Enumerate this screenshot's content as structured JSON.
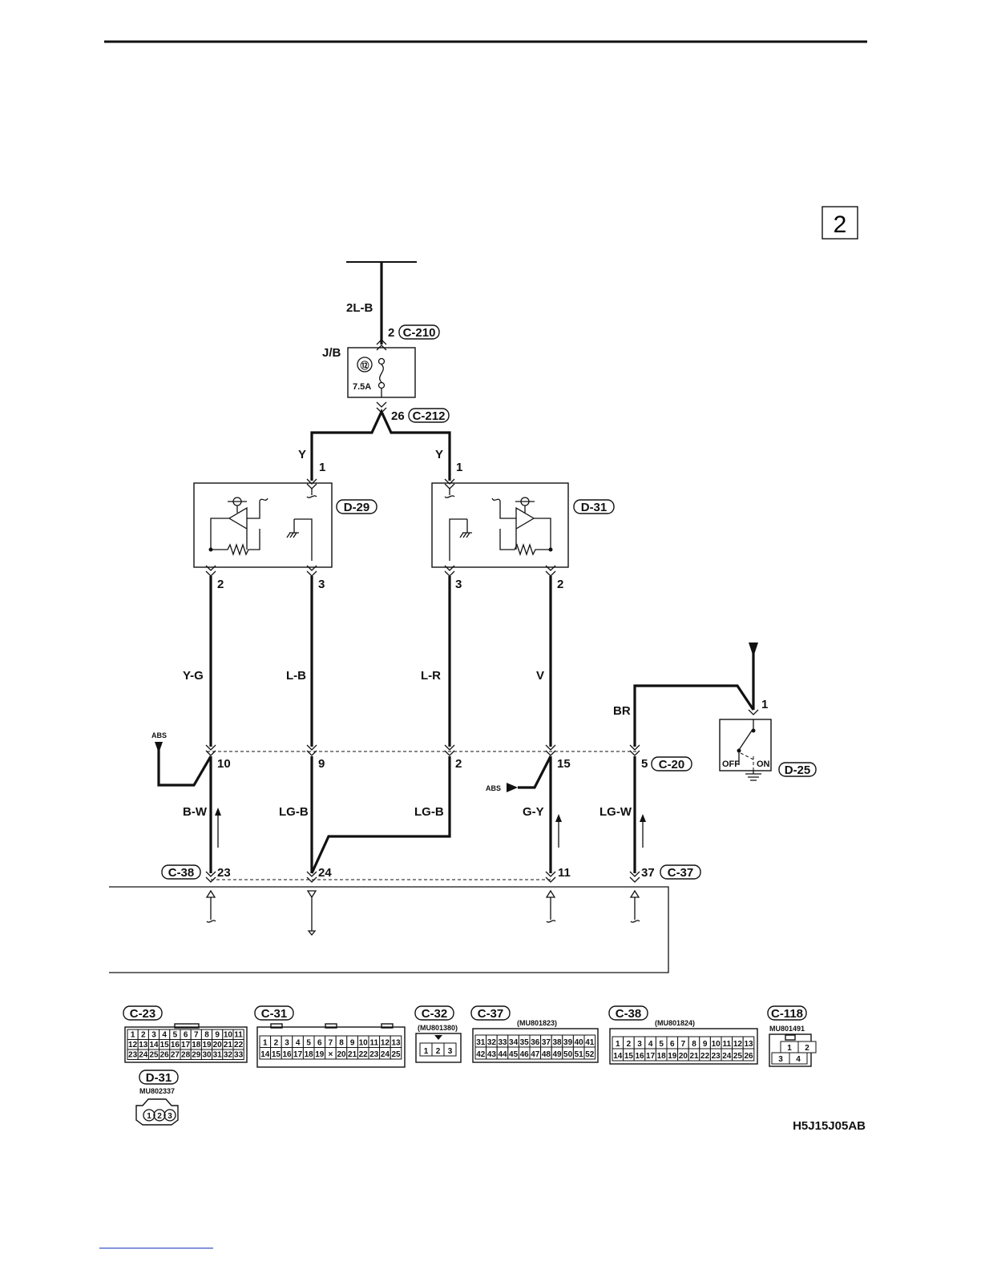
{
  "page_marker": "2",
  "figure_code": "H5J15J05AB",
  "junction_block": {
    "label": "J/B",
    "fuse_number": "⑫",
    "fuse_rating": "7.5A"
  },
  "connectors": {
    "c210": "C-210",
    "c212": "C-212",
    "d29": "D-29",
    "d31": "D-31",
    "c20": "C-20",
    "d25": "D-25",
    "c38": "C-38",
    "c37": "C-37"
  },
  "pins": {
    "c210": "2",
    "c212": "26",
    "d29_1": "1",
    "d29_2": "2",
    "d29_3": "3",
    "d31_1": "1",
    "d31_2": "2",
    "d31_3": "3",
    "c20_10": "10",
    "c20_9": "9",
    "c20_2": "2",
    "c20_15": "15",
    "c20_5": "5",
    "d25_1": "1",
    "c38_23": "23",
    "c38_24": "24",
    "c38_11": "11",
    "c37_37": "37"
  },
  "wires": {
    "top": "2L-B",
    "y_left": "Y",
    "y_right": "Y",
    "yg": "Y-G",
    "lb": "L-B",
    "lr": "L-R",
    "v": "V",
    "br": "BR",
    "bw": "B-W",
    "lgb_left": "LG-B",
    "lgb_right": "LG-B",
    "gy": "G-Y",
    "lgw": "LG-W"
  },
  "abs_left": "ABS",
  "abs_right": "ABS",
  "switch": {
    "off": "OFF",
    "on": "ON"
  },
  "connector_views": {
    "c23": {
      "label": "C-23",
      "rows": [
        [
          "1",
          "2",
          "3",
          "4",
          "5",
          "6",
          "7",
          "8",
          "9",
          "10",
          "11"
        ],
        [
          "12",
          "13",
          "14",
          "15",
          "16",
          "17",
          "18",
          "19",
          "20",
          "21",
          "22"
        ],
        [
          "23",
          "24",
          "25",
          "26",
          "27",
          "28",
          "29",
          "30",
          "31",
          "32",
          "33"
        ]
      ]
    },
    "c31": {
      "label": "C-31",
      "rows": [
        [
          "1",
          "2",
          "3",
          "4",
          "5",
          "6",
          "7",
          "8",
          "9",
          "10",
          "11",
          "12",
          "13"
        ],
        [
          "14",
          "15",
          "16",
          "17",
          "18",
          "19",
          "×",
          "20",
          "21",
          "22",
          "23",
          "24",
          "25"
        ]
      ]
    },
    "c32": {
      "label": "C-32",
      "part": "(MU801380)",
      "rows": [
        [
          "1",
          "2",
          "3"
        ]
      ]
    },
    "c37": {
      "label": "C-37",
      "part": "(MU801823)",
      "rows": [
        [
          "31",
          "32",
          "33",
          "34",
          "35",
          "36",
          "37",
          "38",
          "39",
          "40",
          "41"
        ],
        [
          "42",
          "43",
          "44",
          "45",
          "46",
          "47",
          "48",
          "49",
          "50",
          "51",
          "52"
        ]
      ]
    },
    "c38": {
      "label": "C-38",
      "part": "(MU801824)",
      "rows": [
        [
          "1",
          "2",
          "3",
          "4",
          "5",
          "6",
          "7",
          "8",
          "9",
          "10",
          "11",
          "12",
          "13"
        ],
        [
          "14",
          "15",
          "16",
          "17",
          "18",
          "19",
          "20",
          "21",
          "22",
          "23",
          "24",
          "25",
          "26"
        ]
      ]
    },
    "c118": {
      "label": "C-118",
      "part": "MU801491",
      "rows": [
        [
          "1",
          "2"
        ],
        [
          "3",
          "4"
        ]
      ]
    },
    "d31v": {
      "label": "D-31",
      "part": "MU802337",
      "pins": [
        "1",
        "2",
        "3"
      ]
    }
  }
}
